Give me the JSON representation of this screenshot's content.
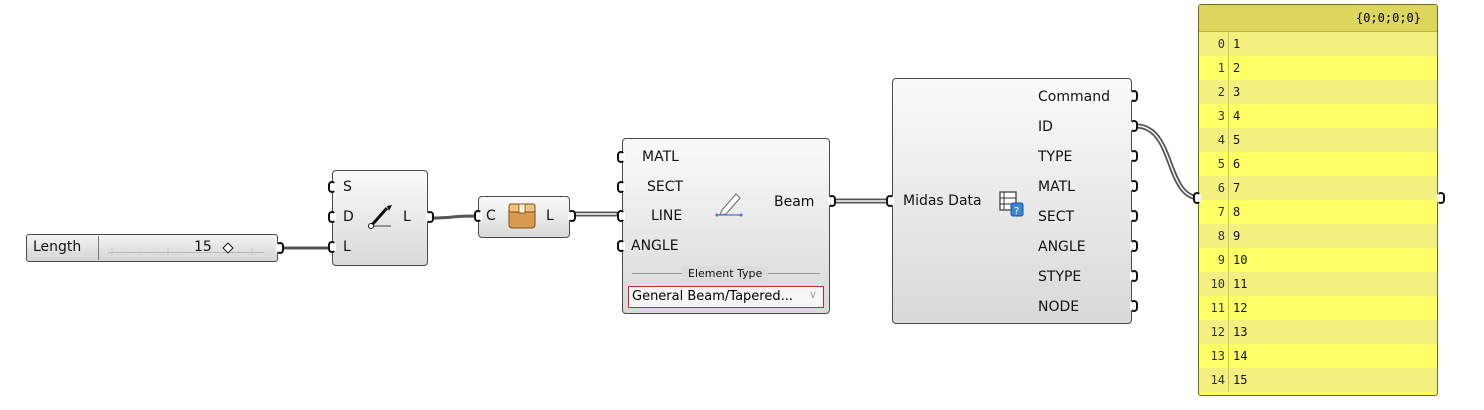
{
  "slider": {
    "label": "Length",
    "value": "15"
  },
  "line_sdl": {
    "inputs": [
      "S",
      "D",
      "L"
    ],
    "output": "L"
  },
  "container": {
    "input": "C",
    "output": "L"
  },
  "beam": {
    "inputs": [
      "MATL",
      "SECT",
      "LINE",
      "ANGLE"
    ],
    "output": "Beam",
    "element_type_caption": "Element Type",
    "element_type_value": "General Beam/Tapered...",
    "icon": "pencil-icon"
  },
  "midas": {
    "input": "Midas Data",
    "outputs": [
      "Command",
      "ID",
      "TYPE",
      "MATL",
      "SECT",
      "ANGLE",
      "STYPE",
      "NODE"
    ],
    "icon": "midas-data-icon"
  },
  "panel": {
    "path": "{0;0;0;0}",
    "rows": [
      {
        "index": "0",
        "value": "1"
      },
      {
        "index": "1",
        "value": "2"
      },
      {
        "index": "2",
        "value": "3"
      },
      {
        "index": "3",
        "value": "4"
      },
      {
        "index": "4",
        "value": "5"
      },
      {
        "index": "5",
        "value": "6"
      },
      {
        "index": "6",
        "value": "7"
      },
      {
        "index": "7",
        "value": "8"
      },
      {
        "index": "8",
        "value": "9"
      },
      {
        "index": "9",
        "value": "10"
      },
      {
        "index": "10",
        "value": "11"
      },
      {
        "index": "11",
        "value": "12"
      },
      {
        "index": "12",
        "value": "13"
      },
      {
        "index": "13",
        "value": "14"
      },
      {
        "index": "14",
        "value": "15"
      }
    ],
    "background": "#ffff5a"
  }
}
